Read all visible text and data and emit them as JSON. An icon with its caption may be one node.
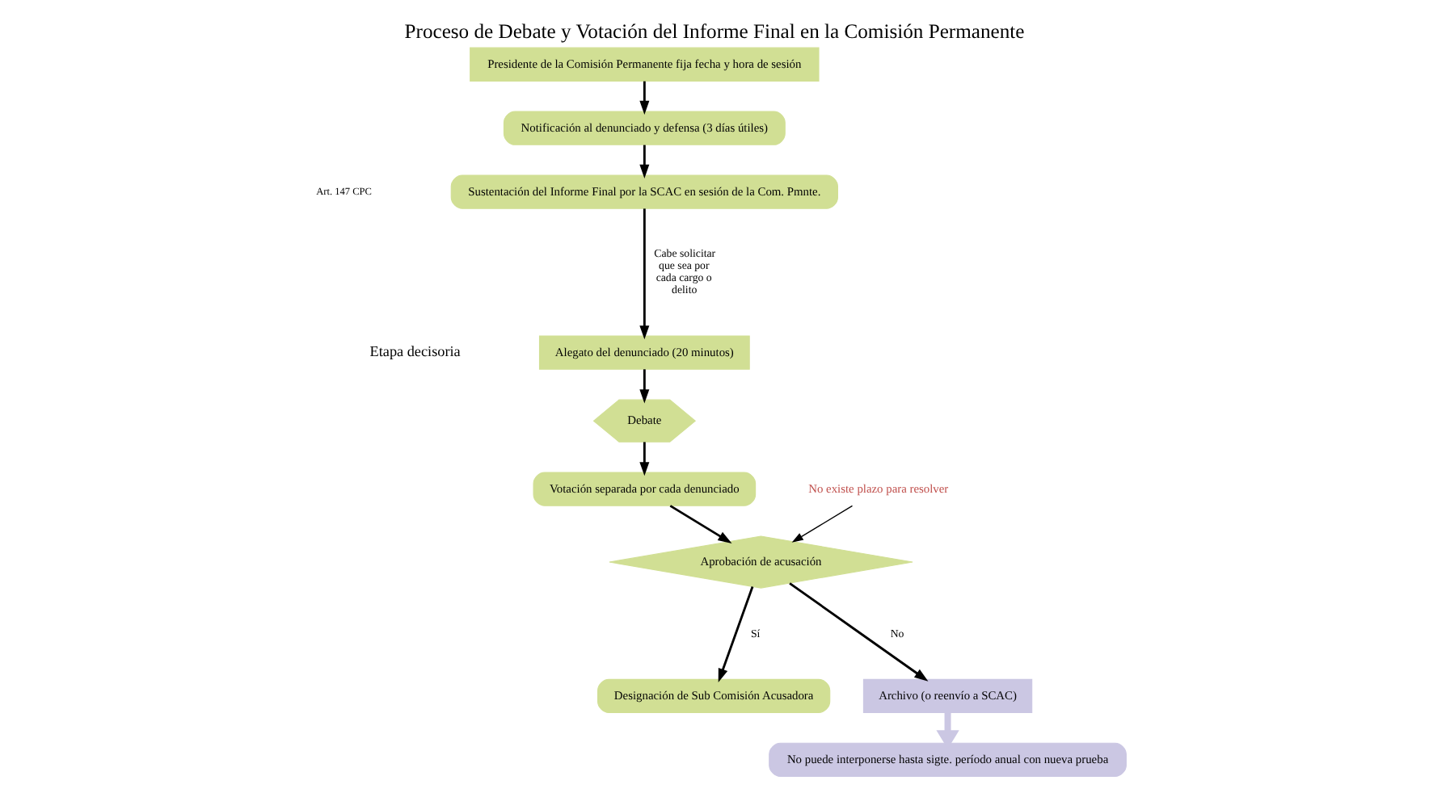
{
  "diagram": {
    "title": "Proceso de Debate y Votación del Informe Final en la Comisión Permanente",
    "nodes": [
      {
        "text": [
          "Presidente de la Comisión Permanente fija fecha y hora de sesión"
        ]
      },
      {
        "text": [
          "Notificación al denunciado y defensa (3 días útiles)"
        ]
      },
      {
        "text": [
          "Sustentación del Informe Final por la SCAC en sesión de la Com. Pmnte."
        ]
      },
      {
        "text": [
          "Alegato del denunciado (20 minutos)"
        ]
      },
      {
        "text": [
          "Debate"
        ]
      },
      {
        "text": [
          "Votación separada por cada denunciado"
        ]
      },
      {
        "text": [
          "Aprobación de acusación"
        ]
      },
      {
        "text": [
          "Designación de Sub Comisión Acusadora"
        ]
      },
      {
        "text": [
          "Archivo (o reenvío a SCAC)"
        ]
      },
      {
        "text": [
          "No puede interponerse hasta sigte. período anual con nueva prueba"
        ]
      },
      {
        "text": [
          "No existe plazo para resolver"
        ]
      }
    ],
    "edges": [
      {
        "from": 0,
        "to": 1,
        "arrow": "to"
      },
      {
        "from": 1,
        "to": 2,
        "arrow": "to"
      },
      {
        "from": 2,
        "to": 3,
        "arrow": "to",
        "label": "Cabe solicitar que sea por cada cargo o delito"
      },
      {
        "from": 3,
        "to": 4,
        "arrow": "to"
      },
      {
        "from": 4,
        "to": 5,
        "arrow": "to"
      },
      {
        "from": 5,
        "to": 6,
        "arrow": "to"
      },
      {
        "from": 6,
        "to": 7,
        "arrow": "to",
        "label": "Sí"
      },
      {
        "from": 6,
        "to": 8,
        "arrow": "to",
        "label": "No"
      },
      {
        "from": 8,
        "to": 9,
        "arrow": "to",
        "style": "thick",
        "color": "#cbc7e3"
      },
      {
        "from": 10,
        "to": 6,
        "arrow": "to"
      }
    ],
    "labels": [
      "Etapa decisoria",
      "Art. 147 CPC"
    ]
  }
}
